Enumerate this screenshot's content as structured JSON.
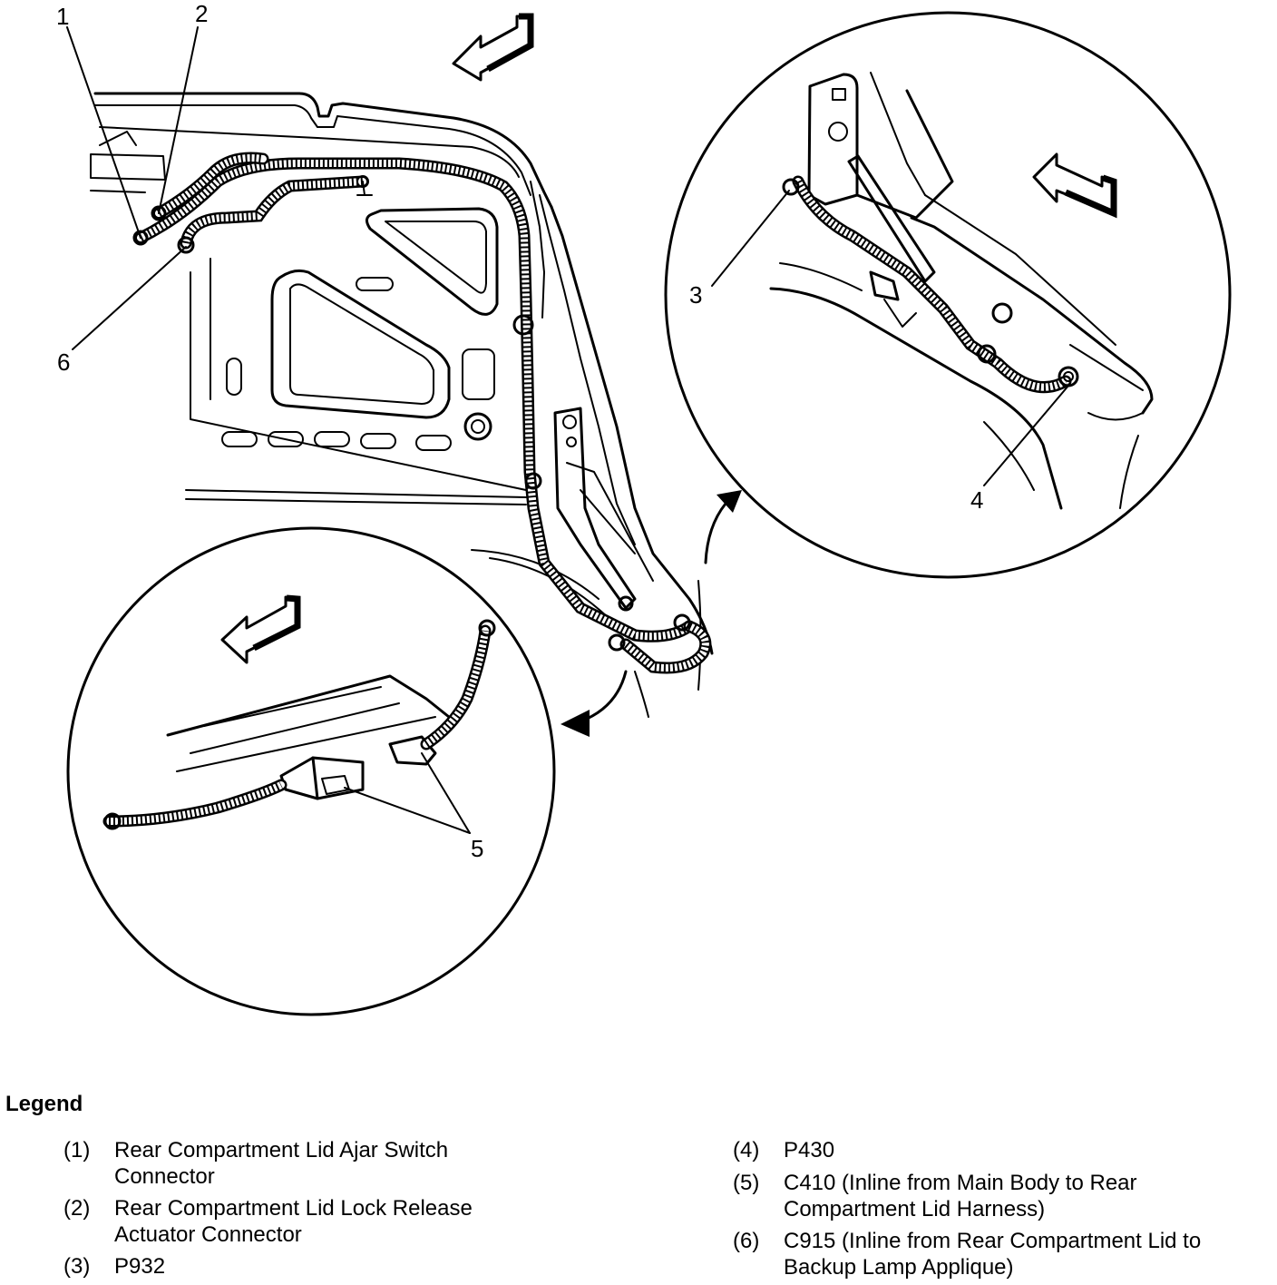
{
  "callouts": {
    "c1": "1",
    "c2": "2",
    "c3": "3",
    "c4": "4",
    "c5": "5",
    "c6": "6"
  },
  "legend": {
    "title": "Legend",
    "items": [
      {
        "num": "(1)",
        "text": "Rear Compartment Lid Ajar Switch Connector"
      },
      {
        "num": "(2)",
        "text": "Rear Compartment Lid Lock Release Actuator Connector"
      },
      {
        "num": "(3)",
        "text": "P932"
      },
      {
        "num": "(4)",
        "text": "P430"
      },
      {
        "num": "(5)",
        "text": "C410 (Inline from Main Body to Rear Compartment Lid Harness)"
      },
      {
        "num": "(6)",
        "text": "C915 (Inline from Rear Compartment Lid to Backup Lamp Applique)"
      }
    ]
  }
}
